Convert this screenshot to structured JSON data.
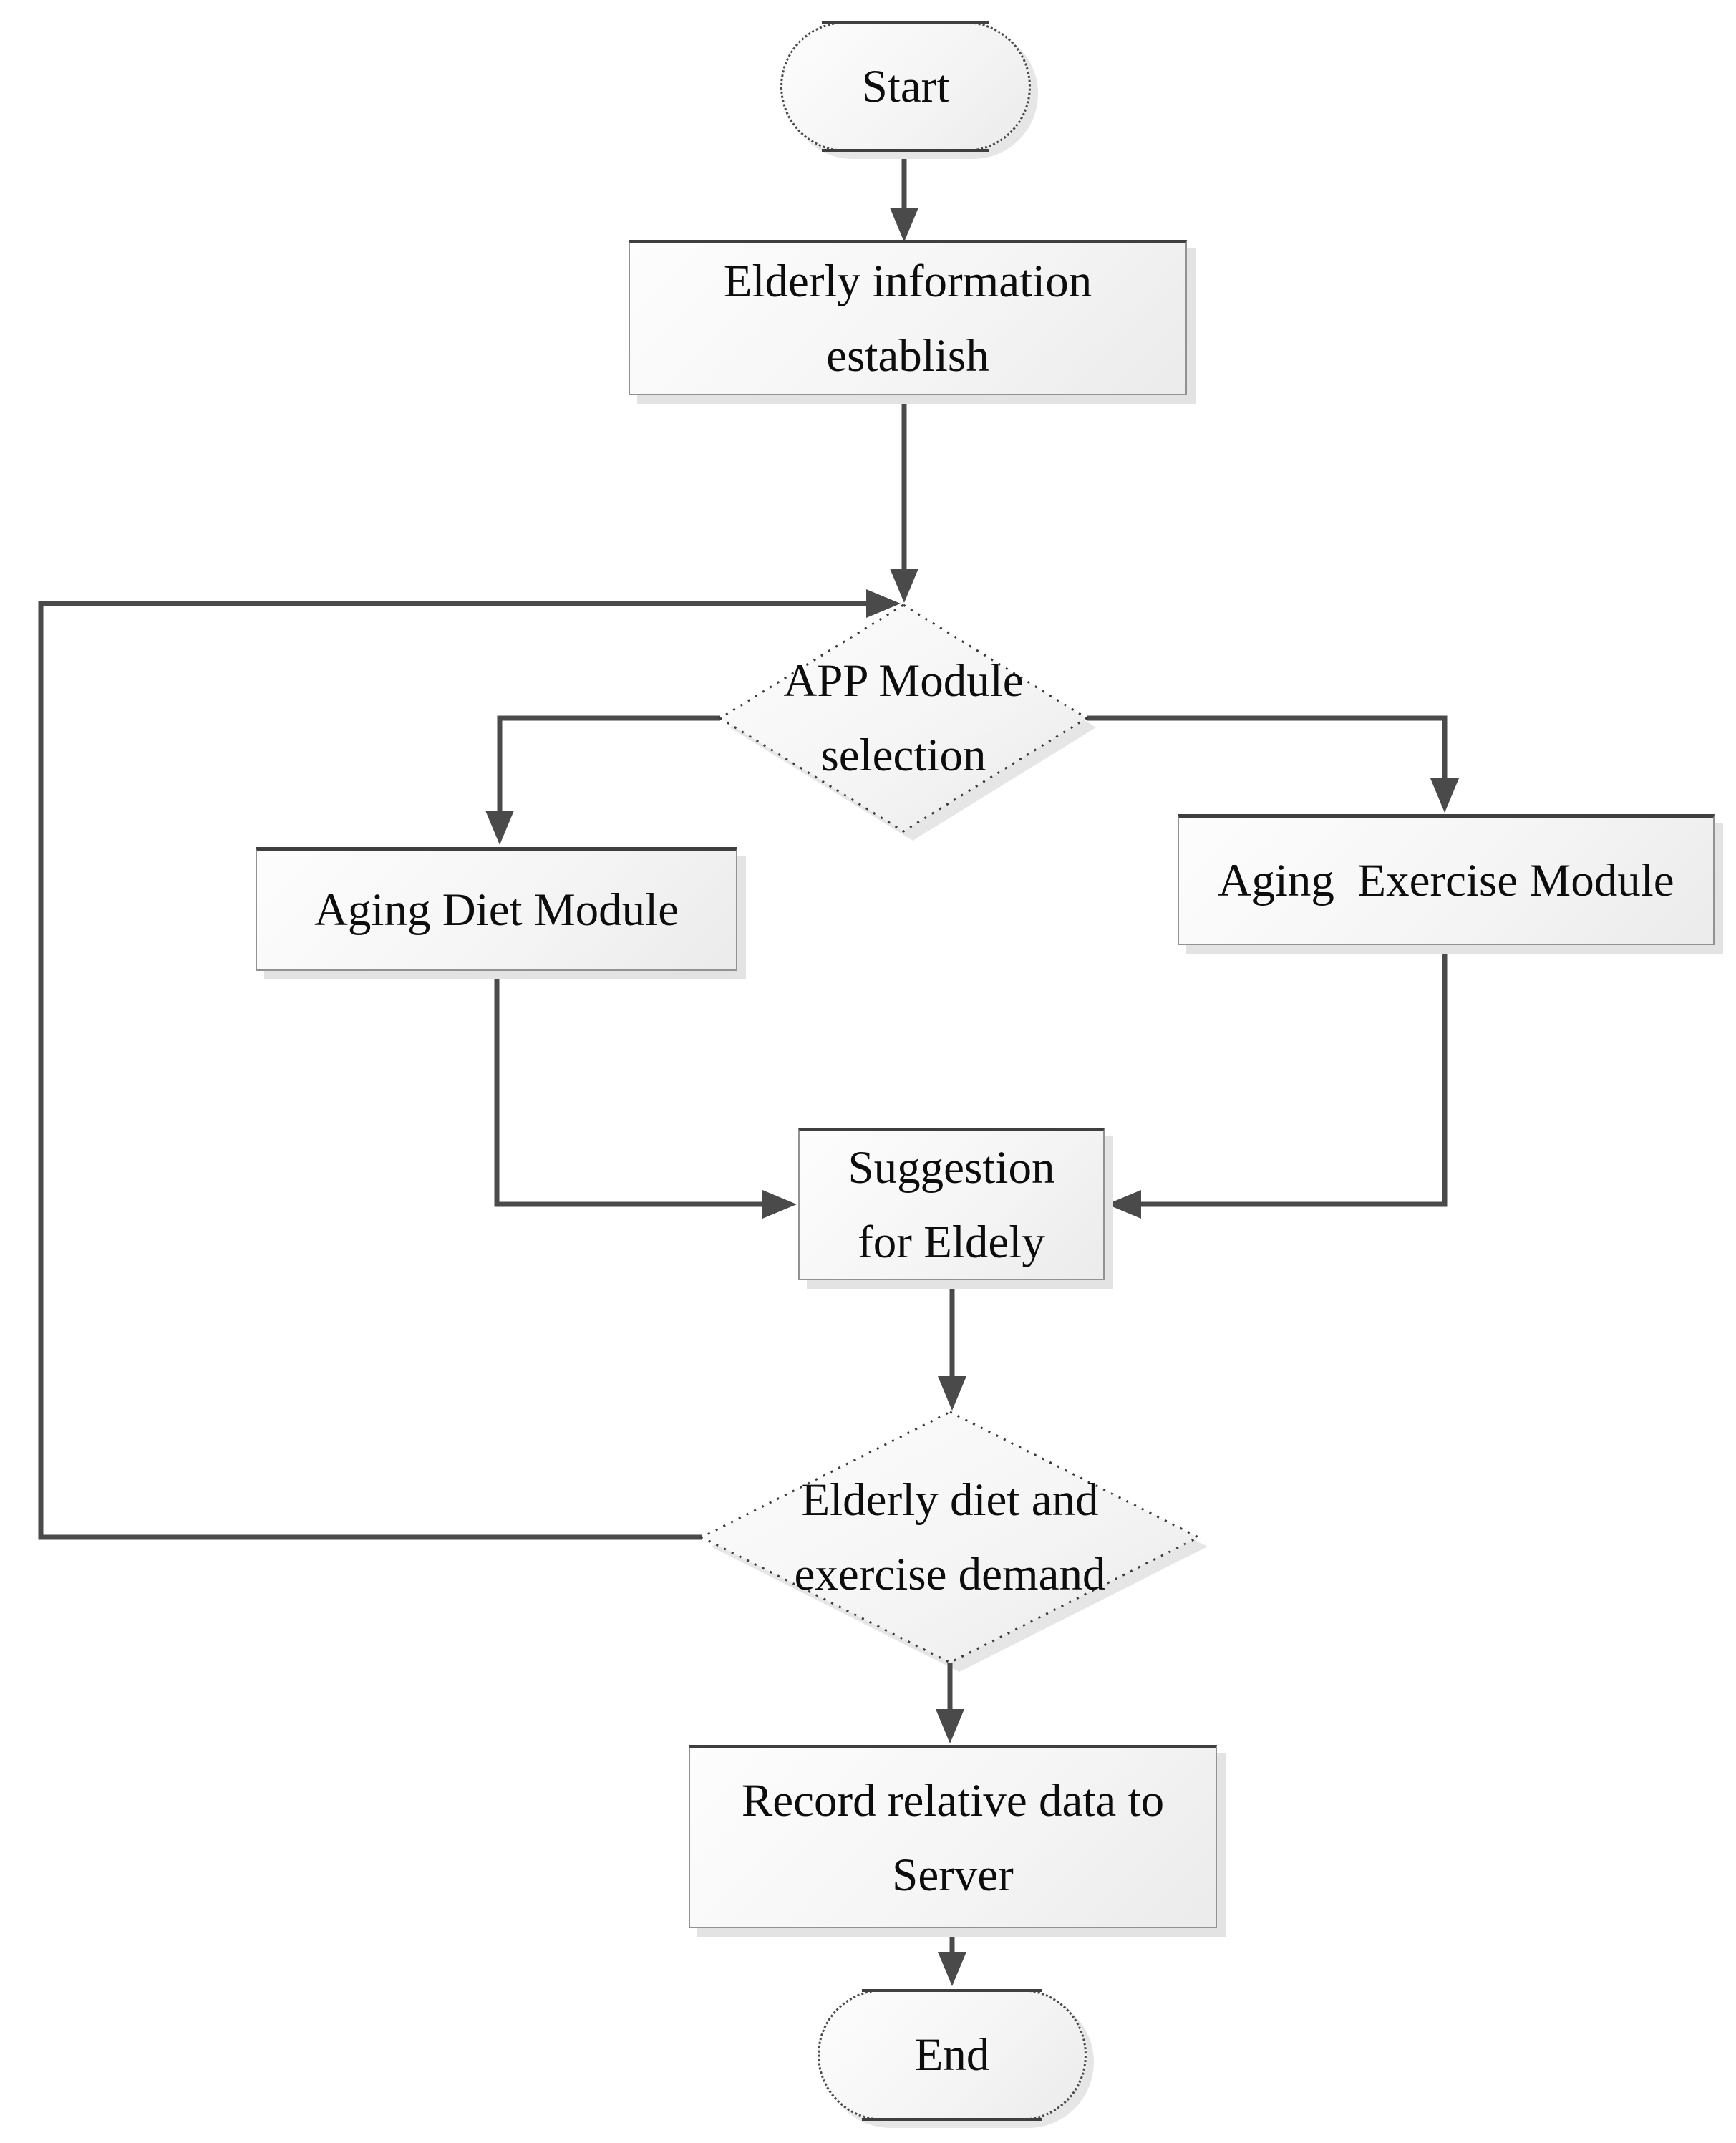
{
  "nodes": {
    "start": {
      "label": "Start",
      "type": "terminator"
    },
    "info": {
      "label": "Elderly information\nestablish",
      "type": "process"
    },
    "selection": {
      "label": "APP Module\nselection",
      "type": "decision"
    },
    "diet": {
      "label": "Aging Diet Module",
      "type": "process"
    },
    "exercise": {
      "label": "Aging  Exercise Module",
      "type": "process"
    },
    "suggestion": {
      "label": "Suggestion\nfor Eldely",
      "type": "process"
    },
    "demand": {
      "label": "Elderly diet and\nexercise demand",
      "type": "decision"
    },
    "record": {
      "label": "Record relative data to\nServer",
      "type": "process"
    },
    "end": {
      "label": "End",
      "type": "terminator"
    }
  },
  "edges": [
    {
      "from": "Start",
      "to": "Elderly information establish"
    },
    {
      "from": "Elderly information establish",
      "to": "APP Module selection"
    },
    {
      "from": "APP Module selection",
      "to": "Aging Diet Module"
    },
    {
      "from": "APP Module selection",
      "to": "Aging  Exercise Module"
    },
    {
      "from": "Aging Diet Module",
      "to": "Suggestion for Eldely"
    },
    {
      "from": "Aging  Exercise Module",
      "to": "Suggestion for Eldely"
    },
    {
      "from": "Suggestion for Eldely",
      "to": "Elderly diet and exercise demand"
    },
    {
      "from": "Elderly diet and exercise demand",
      "to": "APP Module selection",
      "kind": "loop-back"
    },
    {
      "from": "Elderly diet and exercise demand",
      "to": "Record relative data to Server"
    },
    {
      "from": "Record relative data to Server",
      "to": "End"
    }
  ],
  "colors": {
    "background": "#ffffff",
    "line": "#4a4a4a",
    "shape_border": "#929292",
    "shape_border_top": "#3f3f3f",
    "shape_fill_light": "#fdfdfd",
    "shape_fill_dark": "#ebebeb",
    "shadow": "#e3e3e3",
    "text": "#0d0d0d"
  }
}
